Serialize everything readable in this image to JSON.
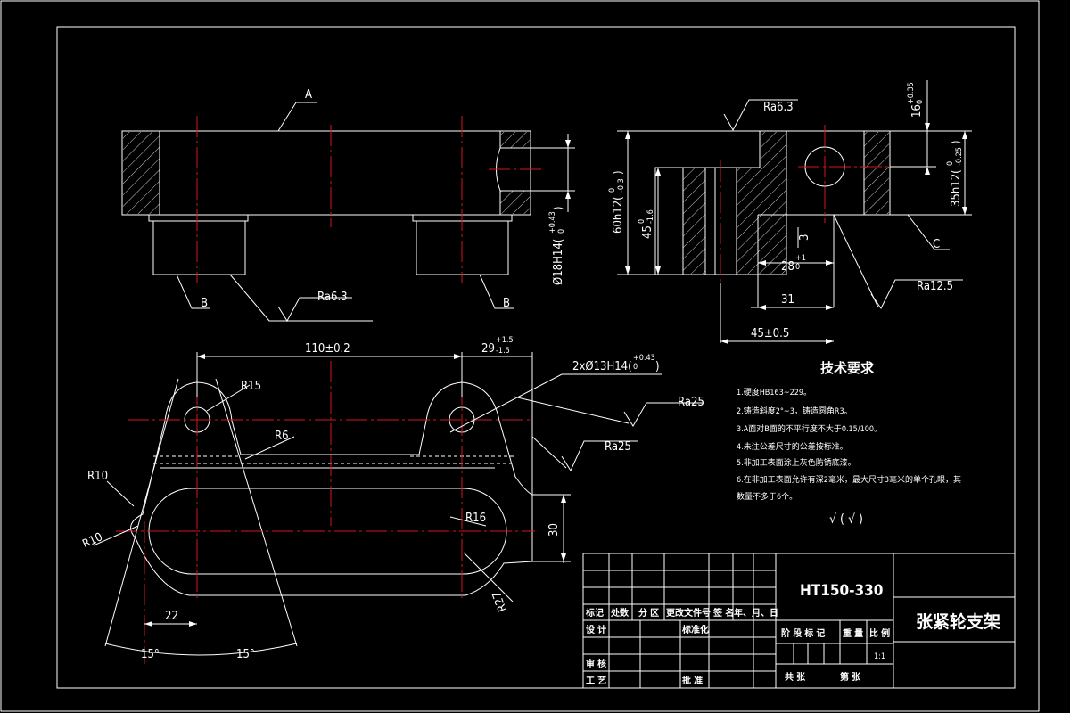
{
  "title_block": {
    "material": "HT150-330",
    "part_name": "张紧轮支架",
    "scale": "1:1",
    "labels": {
      "mark": "标记",
      "count": "处数",
      "zone": "分 区",
      "change_doc": "更改文件号",
      "signature": "签 名",
      "date": "年、月、日",
      "design": "设 计",
      "standardize": "标准化",
      "review": "审 核",
      "process": "工 艺",
      "approve": "批 准",
      "stage_mark": "阶 段 标 记",
      "weight": "重 量",
      "ratio": "比 例",
      "total_sheets": "共    张",
      "sheet_no": "第    张"
    }
  },
  "tech_requirements": {
    "heading": "技术要求",
    "items": [
      "1.硬度HB163~229。",
      "2.铸造斜度2°~3，铸造圆角R3。",
      "3.A面对B面的不平行度不大于0.15/100。",
      "4.未注公差尺寸的公差按标准。",
      "5.非加工表面涂上灰色防锈底漆。",
      "6.在非加工表面允许有深2毫米，最大尺寸3毫米的单个孔眼，其",
      "数量不多于6个。"
    ],
    "roughness_note": "√ ( √ )"
  },
  "annotations": {
    "label_a": "A",
    "label_b": "B",
    "label_c": "C",
    "ra63": "Ra6.3",
    "ra125": "Ra12.5",
    "ra25": "Ra25",
    "d_18": "Ø18H14(",
    "d_18_tol_up": "+0.43",
    "d_18_tol_lo": "0",
    "d_60": "60h12(",
    "d_60_tol_up": "0",
    "d_60_tol_lo": "-0.3",
    "d_45v": "45",
    "d_45v_tol_up": "0",
    "d_45v_tol_lo": "-1.6",
    "d_16": "16",
    "d_16_tol_up": "+0.35",
    "d_16_tol_lo": "0",
    "d_35": "35h12(",
    "d_35_tol_up": "0",
    "d_35_tol_lo": "-0.25",
    "d_28": "28",
    "d_28_tol_up": "+1",
    "d_28_tol_lo": "0",
    "d_3": "3",
    "d_31": "31",
    "d_45h": "45±0.5",
    "d_110": "110±0.2",
    "d_29": "29",
    "d_29_tol_up": "+1.5",
    "d_29_tol_lo": "-1.5",
    "d_2x13": "2xØ13H14(",
    "d_2x13_tol_up": "+0.43",
    "d_2x13_tol_lo": "0",
    "r15": "R15",
    "r6": "R6",
    "r10a": "R10",
    "r10b": "R10",
    "r16": "R16",
    "r27": "R27",
    "d_30": "30",
    "d_22": "22",
    "ang_l": "15°",
    "ang_r": "15°"
  }
}
